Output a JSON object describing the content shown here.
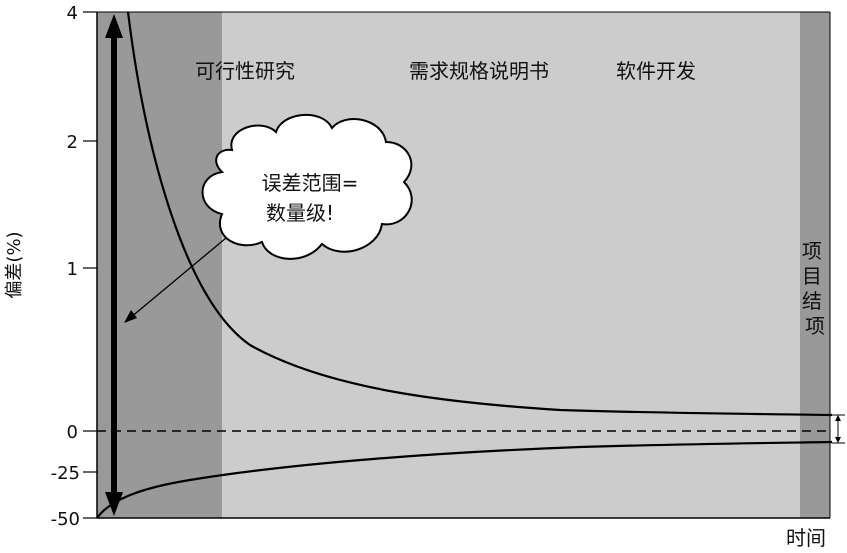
{
  "diagram": {
    "y_axis_label": "偏差(%)",
    "x_axis_label": "时间",
    "y_ticks": [
      "4",
      "2",
      "1",
      "0",
      "-25",
      "-50"
    ],
    "phases": [
      "可行性研究",
      "需求规格说明书",
      "软件开发"
    ],
    "end_phase": "项目结项",
    "callout": {
      "line1": "误差范围=",
      "line2": "数量级!"
    },
    "colors": {
      "dark_band": "#999999",
      "light_band": "#cccccc",
      "curve": "#000000",
      "background": "#ffffff"
    }
  }
}
